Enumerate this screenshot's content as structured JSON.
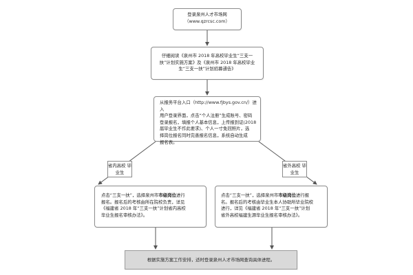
{
  "steps": {
    "login": {
      "line1": "登录泉州人才市场网",
      "line2": "（www.qzrcsc.com）"
    },
    "read": {
      "line1": "仔细阅读《泉州市 2018 年高校毕业生“三支一",
      "line2": "扶”计划实施方案》及《泉州市 2018 年高校毕业",
      "line3": "生“三支一扶”计划招募通告》"
    },
    "register": {
      "line1": "从报务平台入口（http://www.fjbys.gov.cn/）进入",
      "line2": "用户登录界面，点击“个人注册”生成账号、密码",
      "line3": "登录报名，填报个人基本信息，上传报到证(2018",
      "line4": "届毕业生不作此要求)、个人一寸免冠照片，选",
      "line5": "择岗位报名同时完善报名信息，系统自动生成",
      "line6": "报名表。"
    },
    "in_province": {
      "tag_line1": "省内高校",
      "tag_line2": "毕业生",
      "line1_pre": "点击“三支一扶”，选择泉州市",
      "line1_bold": "市级岗位",
      "line1_post": "进行",
      "line2": "报名。报名后的考核由所在院校负责，详见",
      "line3": "《福建省 2018 年“三支一扶”计划省内高校",
      "line4": "毕业生报名审核办法》。"
    },
    "out_province": {
      "tag_line1": "省外高校",
      "tag_line2": "毕业生",
      "line1_pre": "点击“三支一扶”，选择泉州市",
      "line1_bold": "市级岗位",
      "line1_post": "进行报",
      "line2": "名。报名后的考核由毕业生本人协助所毕业院校",
      "line3": "进行，详见《福建省 2018 年“三支一扶”计划",
      "line4": "省外高校福建生源毕业生报名审核办法》。"
    },
    "final": {
      "text": "根据实施方案工作安排，适时登录泉州人才市场网查询具体进程。"
    }
  },
  "colors": {
    "border": "#8a8a8a",
    "arrow": "#555555",
    "final_fill": "#d9d9d9"
  }
}
